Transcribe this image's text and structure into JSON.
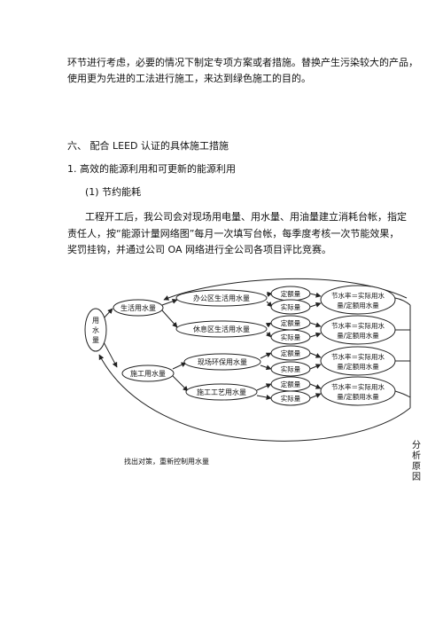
{
  "paragraph": {
    "line1": "环节进行考虑，必要的情况下制定专项方案或者措施。替换产生污染较大的产品，",
    "line2": "使用更为先进的工法进行施工，来达到绿色施工的目的。"
  },
  "section": {
    "heading": "六、  配合 LEED 认证的具体施工措施",
    "sub1": "1. 高效的能源利用和可更新的能源利用",
    "sub1_1": "(1) 节约能耗"
  },
  "body": {
    "line1": "工程开工后，我公司会对现场用电量、用水量、用油量建立消耗台帐，指定",
    "line2": "责任人，按“能源计量网络图”每月一次填写台帐，每季度考核一次节能效果，",
    "line3": "奖罚挂钩，并通过公司 OA 网络进行全公司各项目评比竞赛。"
  },
  "diagram": {
    "root": [
      "用",
      "水",
      "量"
    ],
    "life": "生活用水量",
    "construction": "施工用水量",
    "office": "办公区生活用水量",
    "rest": "休息区生活用水量",
    "env": "现场环保用水量",
    "process": "施工工艺用水量",
    "quota": "定额量",
    "actual": "实际量",
    "saving_line1": "节水率＝实际用水",
    "saving_line2": "量/定额用水量",
    "feedback": "找出对策，重新控制用水量",
    "side_label": "分析原因"
  }
}
